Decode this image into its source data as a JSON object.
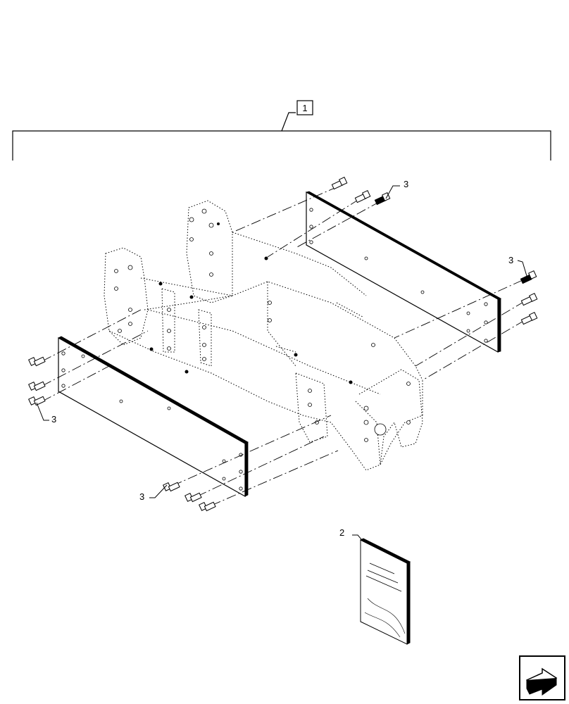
{
  "callouts": {
    "assembly": "1",
    "manual": "2",
    "bolt": "3"
  },
  "icons": {
    "navigation": "arrow-icon"
  },
  "colors": {
    "line": "#000000",
    "background": "#ffffff"
  }
}
